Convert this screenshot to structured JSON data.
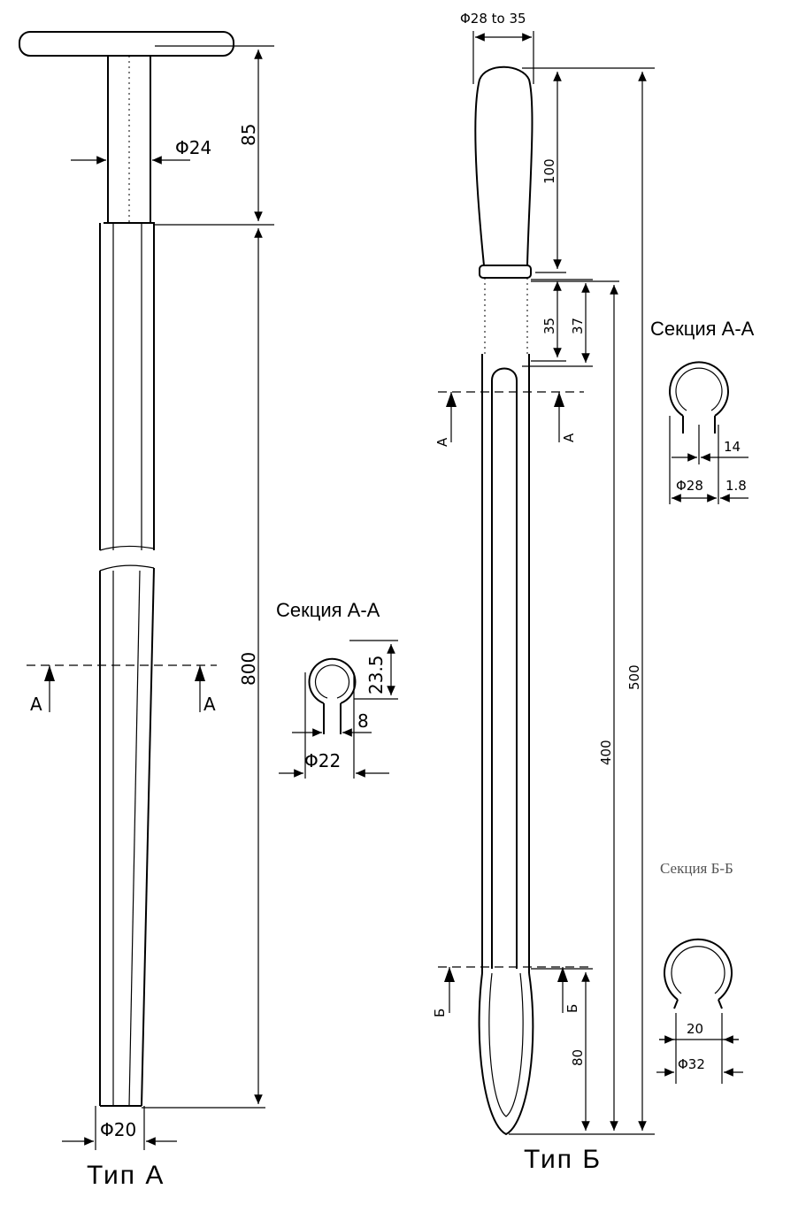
{
  "type_a": {
    "caption": "Тип А",
    "section_title": "Секция А-А",
    "dims": {
      "handle_len": "85",
      "handle_dia": "Φ24",
      "total_len": "800",
      "tip_dia": "Φ20",
      "sec_height": "23.5",
      "sec_slot": "8",
      "sec_dia": "Φ22"
    },
    "cut_marks": {
      "left": "А",
      "right": "А"
    }
  },
  "type_b": {
    "caption": "Тип Б",
    "section_a_title": "Секция А-А",
    "section_b_title": "Секция Б-Б",
    "dims": {
      "grip_dia": "Φ28 to 35",
      "grip_len": "100",
      "neck_35": "35",
      "neck_37": "37",
      "slot_len": "400",
      "total_len": "500",
      "tip_len": "80",
      "secA_slot": "14",
      "secA_dia": "Φ28",
      "secA_wall": "1.8",
      "secB_slot": "20",
      "secB_dia": "Φ32"
    },
    "cut_marks": {
      "a_left": "А",
      "a_right": "А",
      "b_left": "Б",
      "b_right": "Б"
    }
  }
}
